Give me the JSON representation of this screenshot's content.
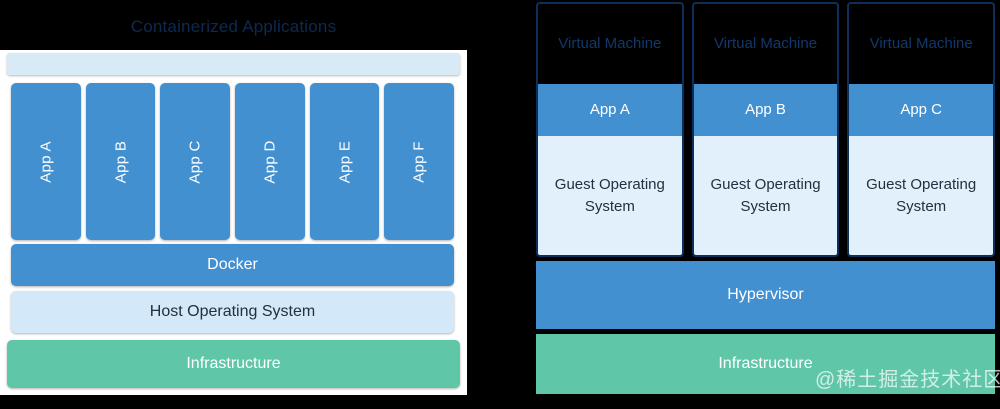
{
  "container_side": {
    "title": "Containerized Applications",
    "apps": [
      {
        "label": "App A"
      },
      {
        "label": "App B"
      },
      {
        "label": "App C"
      },
      {
        "label": "App D"
      },
      {
        "label": "App E"
      },
      {
        "label": "App F"
      }
    ],
    "layers": [
      {
        "label": "Docker",
        "color": "#4290d0"
      },
      {
        "label": "Host Operating System",
        "color": "#d3e8f8"
      },
      {
        "label": "Infrastructure",
        "color": "#5fc6a8"
      }
    ],
    "docker_label": "Docker",
    "host_os_label": "Host Operating System",
    "infrastructure_label": "Infrastructure"
  },
  "vm_side": {
    "machines": [
      {
        "title": "Virtual Machine",
        "app": "App A",
        "guest_os": "Guest Operating System"
      },
      {
        "title": "Virtual Machine",
        "app": "App B",
        "guest_os": "Guest Operating System"
      },
      {
        "title": "Virtual Machine",
        "app": "App C",
        "guest_os": "Guest Operating System"
      }
    ],
    "hypervisor_label": "Hypervisor",
    "infrastructure_label": "Infrastructure"
  },
  "watermark": "@稀土掘金技术社区",
  "colors": {
    "accent_blue": "#4290d0",
    "light_blue": "#d3e8f8",
    "guest_os_blue": "#e1f0fb",
    "green": "#5fc6a8",
    "vm_border": "#0d2f5e",
    "title_text": "#0d2a52",
    "background": "#000000",
    "panel_white": "#ffffff"
  }
}
